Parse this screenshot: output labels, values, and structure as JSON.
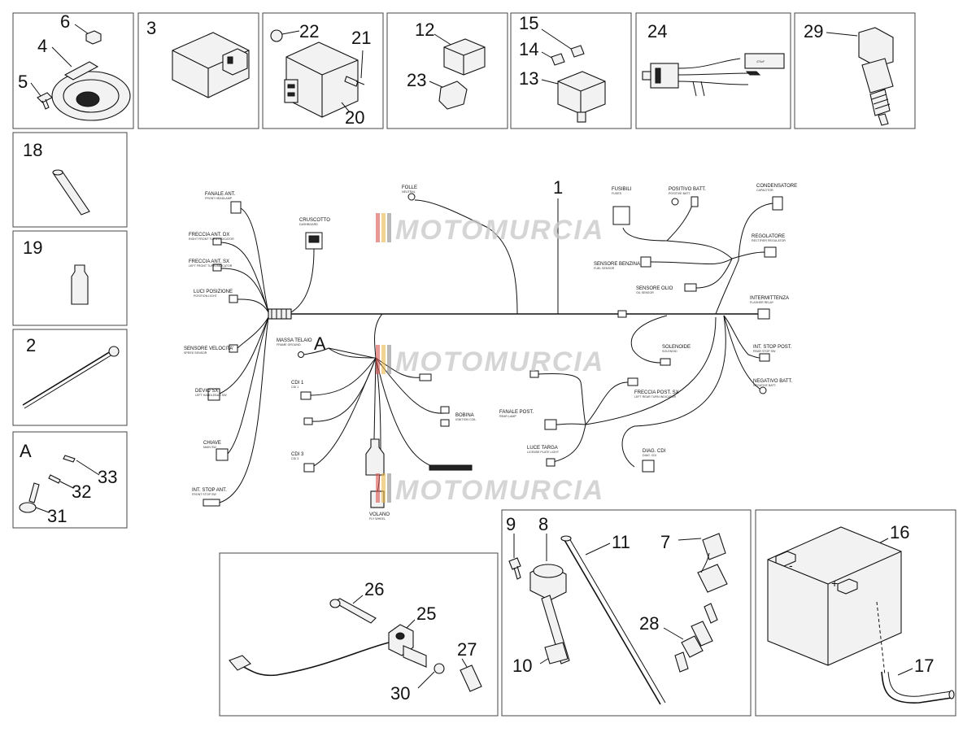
{
  "callouts": {
    "n1": "1",
    "n2": "2",
    "n3": "3",
    "n4": "4",
    "n5": "5",
    "n6": "6",
    "n7": "7",
    "n8": "8",
    "n9": "9",
    "n10": "10",
    "n11": "11",
    "n12": "12",
    "n13": "13",
    "n14": "14",
    "n15": "15",
    "n16": "16",
    "n17": "17",
    "n18": "18",
    "n19": "19",
    "n20": "20",
    "n21": "21",
    "n22": "22",
    "n23": "23",
    "n24": "24",
    "n25": "25",
    "n26": "26",
    "n27": "27",
    "n28": "28",
    "n29": "29",
    "n30": "30",
    "n31": "31",
    "n32": "32",
    "n33": "33",
    "groupA": "A",
    "harnessA": "A"
  },
  "harness_labels": {
    "fanale_ant": "FANALE ANT.",
    "fanale_ant_sub": "FRONT HEADLAMP",
    "freccia_ant_dx": "FRECCIA ANT. DX",
    "freccia_ant_dx_sub": "RIGHT FRONT TURN INDICATOR",
    "freccia_ant_sx": "FRECCIA ANT. SX",
    "freccia_ant_sx_sub": "LEFT FRONT TURN INDICATOR",
    "luci_posizione": "LUCI POSIZIONE",
    "luci_posizione_sub": "POSITION LIGHT",
    "cruscotto": "CRUSCOTTO",
    "cruscotto_sub": "DASHBOARD",
    "sensore_velocita": "SENSORE VELOCITA'",
    "sensore_velocita_sub": "SPEED SENSOR",
    "devio_sx": "DEVIO SX",
    "devio_sx_sub": "LEFT HANDLEBAR SW",
    "chiave": "CHIAVE",
    "chiave_sub": "MAIN SW",
    "int_stop_ant": "INT. STOP ANT.",
    "int_stop_ant_sub": "FRONT STOP SW",
    "folle": "FOLLE",
    "folle_sub": "NEUTRAL",
    "massa_telaio": "MASSA TELAIO",
    "massa_telaio_sub": "FRAME GROUND",
    "cdi1": "CDI 1",
    "cdi1_sub": "CDI 1",
    "cdi3": "CDI 3",
    "cdi3_sub": "CDI 3",
    "bobina": "BOBINA",
    "bobina_sub": "IGNITION COIL",
    "volano": "VOLANO",
    "volano_sub": "FLY WHEEL",
    "fusibili": "FUSIBILI",
    "fusibili_sub": "FUSES",
    "positivo_batt": "POSITIVO BATT.",
    "positivo_batt_sub": "POSITIVE BATT.",
    "condensatore": "CONDENSATORE",
    "condensatore_sub": "CAPACITOR",
    "regolatore": "REGOLATORE",
    "regolatore_sub": "RECTIFIER REGULATOR",
    "sensore_benzina": "SENSORE BENZINA",
    "sensore_benzina_sub": "FUEL SENSOR",
    "sensore_olio": "SENSORE OLIO",
    "sensore_olio_sub": "OIL SENSOR",
    "intermittenza": "INTERMITTENZA",
    "intermittenza_sub": "FLASHER RELAY",
    "solenoide": "SOLENOIDE",
    "solenoide_sub": "SOLENOID",
    "int_stop_post": "INT. STOP POST.",
    "int_stop_post_sub": "REAR STOP SW",
    "negativo_batt": "NEGATIVO BATT.",
    "negativo_batt_sub": "NEGATIVE BATT.",
    "freccia_post_sx": "FRECCIA POST. SX",
    "freccia_post_sx_sub": "LEFT REAR TURN INDICATOR",
    "fanale_post": "FANALE POST.",
    "fanale_post_sub": "REAR LAMP",
    "luce_targa": "LUCE TARGA",
    "luce_targa_sub": "LICENSE PLATE LIGHT",
    "diag_cdi": "DIAG. CDI",
    "diag_cdi_sub": "DIAG. CDI"
  },
  "watermark": {
    "text": "MOTOMURCIA",
    "colors": [
      "#d9534f",
      "#e8b84a",
      "#8a8a8a"
    ]
  },
  "battery_marks": {
    "plus": "+",
    "minus": "-"
  },
  "label_sticker": "470uF"
}
